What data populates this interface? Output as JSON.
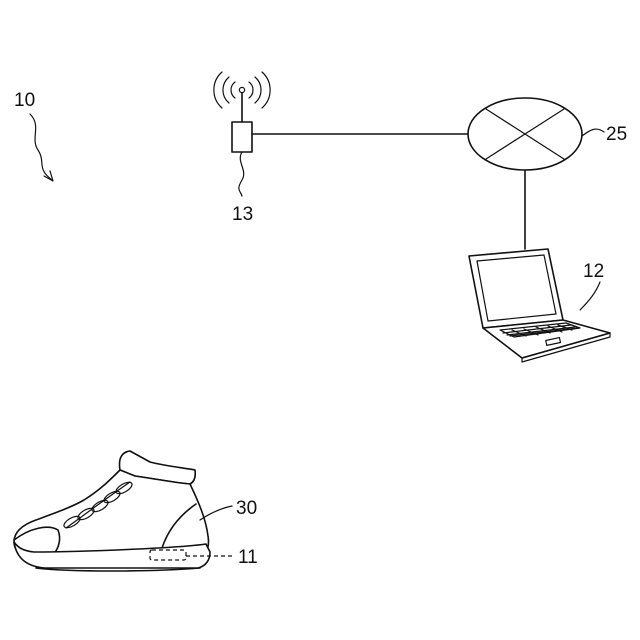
{
  "labels": {
    "system": "10",
    "shoe_device": "11",
    "terminal": "12",
    "base_station": "13",
    "network": "25",
    "shoe": "30"
  }
}
